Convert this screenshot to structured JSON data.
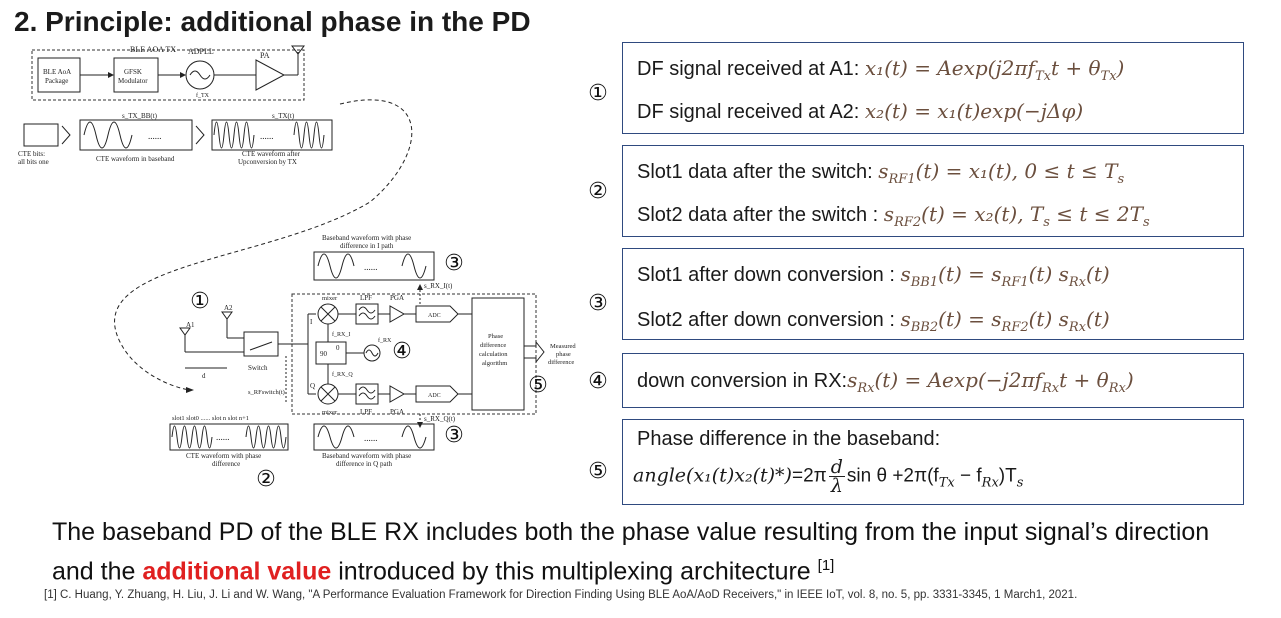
{
  "title": "2. Principle: additional phase in the PD",
  "diagram": {
    "tx_group": "BLE AOA TX",
    "adpll": "ADPLL",
    "pa": "PA",
    "ble_aoa_package": [
      "BLE AoA",
      "Package"
    ],
    "gfsk_modulator": [
      "GFSK",
      "Modulator"
    ],
    "ftx": "f_TX",
    "cte_bits": [
      "CTE bits:",
      "all bits one"
    ],
    "cte_baseband": "CTE waveform in baseband",
    "cte_upconv": [
      "CTE waveform after",
      "Upconversion by TX"
    ],
    "s_tx_bb": "s_TX_BB(t)",
    "s_tx": "s_TX(t)",
    "dots": "......",
    "bb_i_label": [
      "Baseband waveform with phase",
      "difference in I path"
    ],
    "bb_q_label": [
      "Baseband waveform with phase",
      "difference in Q path"
    ],
    "s_rx_i": "s_RX_I(t)",
    "s_rx_q": "s_RX_Q(t)",
    "mixer": "mixer",
    "lpf": "LPF",
    "pga": "PGA",
    "adc": "ADC",
    "i": "I",
    "q": "Q",
    "hybrid": [
      "90",
      "0"
    ],
    "frx": "f_RX",
    "frx_i": "f_RX_I",
    "frx_q": "f_RX_Q",
    "a1": "A1",
    "a2": "A2",
    "d": "d",
    "switch": "Switch",
    "s_rf_switch": "s_RFswitch(t)",
    "phase_algo": [
      "Phase",
      "difference",
      "calculation",
      "algorithm"
    ],
    "measured": [
      "Measured",
      "phase",
      "difference"
    ],
    "slots": "slot1  slot0  ......  slot n  slot n+1",
    "cte_phase_label": [
      "CTE waveform with phase",
      "difference"
    ]
  },
  "badges": {
    "b1": "①",
    "b2": "②",
    "b3": "③",
    "b4": "④",
    "b5": "⑤"
  },
  "boxes": {
    "box1": {
      "line1_label": "DF signal received at A1: ",
      "line1_eq": "x₁(t) = Aexp(j2πf",
      "line1_eq_sub": "Tx",
      "line1_eq_tail": "t + θ",
      "line1_eq_sub2": "Tx",
      "line1_eq_end": ")",
      "line2_label": "DF signal received at A2: ",
      "line2_eq": "x₂(t) = x₁(t)exp(−jΔφ)"
    },
    "box2": {
      "line1_label": "Slot1 data after the switch: ",
      "line1_eq": "s",
      "line1_sub": "RF1",
      "line1_tail": "(t) = x₁(t), 0 ≤ t ≤ T",
      "line1_sub2": "s",
      "line2_label": "Slot2 data after the switch : ",
      "line2_eq": "s",
      "line2_sub": "RF2",
      "line2_tail": "(t) = x₂(t), T",
      "line2_sub2": "s",
      "line2_tail2": " ≤ t ≤ 2T",
      "line2_sub3": "s"
    },
    "box3": {
      "line1_label": "Slot1 after down conversion : ",
      "line1_sub": "BB1",
      "line1_mid": "(t) = s",
      "line1_sub2": "RF1",
      "line1_mid2": "(t) s",
      "line1_sub3": "Rx",
      "line1_end": "(t)",
      "line2_label": "Slot2 after down conversion : ",
      "line2_sub": "BB2",
      "line2_mid": "(t) = s",
      "line2_sub2": "RF2",
      "line2_mid2": "(t) s",
      "line2_sub3": "Rx",
      "line2_end": "(t)",
      "s": "s"
    },
    "box4": {
      "label": "down conversion in RX:",
      "eq1": "s",
      "sub1": "Rx",
      "eq2": "(t) = Aexp(−j2πf",
      "sub2": "Rx",
      "eq3": "t + θ",
      "sub3": "Rx",
      "eq4": ")"
    },
    "box5": {
      "label": "Phase difference in the baseband:",
      "eq1": "angle(x₁(t)x₂(t)*)",
      "eq2": "=2π",
      "frac_num": "d",
      "frac_den": "λ",
      "eq3": "sin θ +2π(f",
      "sub1": "Tx",
      "eq4": " − f",
      "sub2": "Rx",
      "eq5": ")T",
      "sub3": "s"
    }
  },
  "bottom_text": {
    "part1": "The baseband PD of the BLE RX includes both the phase value resulting from the input signal’s direction and the ",
    "highlight": "additional value",
    "part2": " introduced by this multiplexing architecture ",
    "ref_mark": "[1]"
  },
  "reference": "[1] C. Huang, Y. Zhuang, H. Liu, J. Li and W. Wang, \"A Performance Evaluation Framework for Direction Finding Using BLE AoA/AoD Receivers,\" in IEEE IoT, vol. 8, no. 5, pp. 3331-3345, 1 March1, 2021.",
  "colors": {
    "box_border": "#2f4a7f",
    "highlight": "#e02020",
    "math_var": "#6b4f3e"
  }
}
